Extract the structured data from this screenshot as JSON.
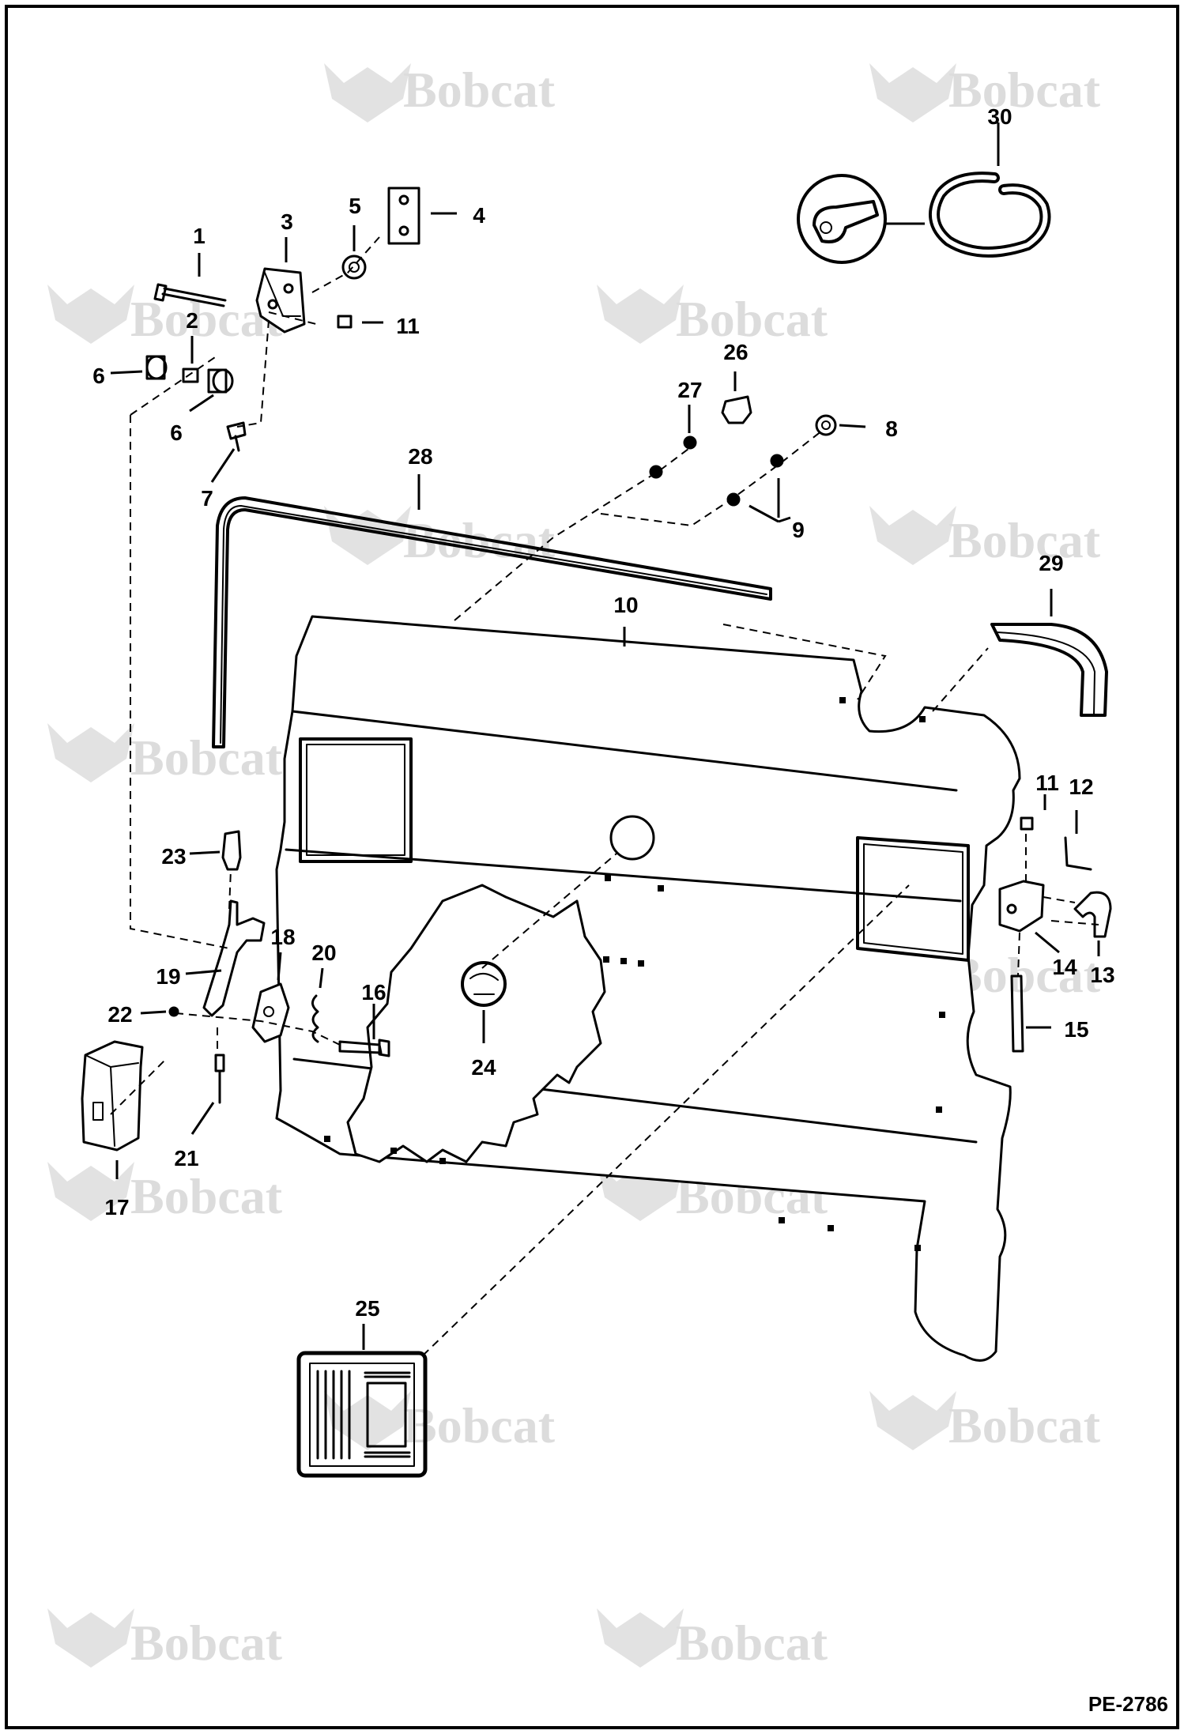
{
  "diagram": {
    "code": "PE-2786",
    "watermark": "Bobcat",
    "callouts": [
      "1",
      "2",
      "3",
      "4",
      "5",
      "6",
      "6",
      "7",
      "8",
      "9",
      "10",
      "11",
      "11",
      "12",
      "13",
      "14",
      "15",
      "16",
      "17",
      "18",
      "19",
      "20",
      "21",
      "22",
      "23",
      "24",
      "25",
      "26",
      "27",
      "28",
      "29",
      "30"
    ]
  },
  "colors": {
    "line": "#000000",
    "watermark": "#dcdcdc",
    "panel": "#ffffff"
  }
}
